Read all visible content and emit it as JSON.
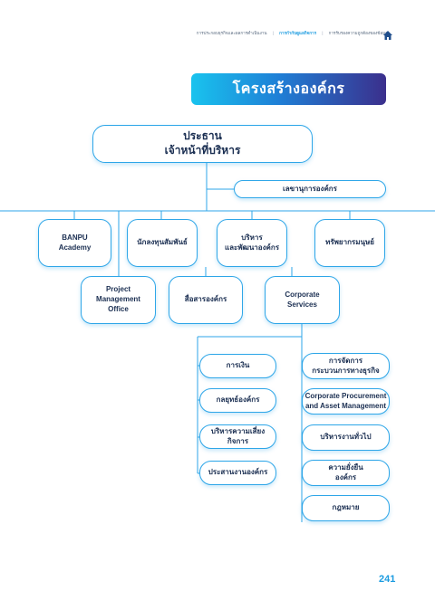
{
  "header": {
    "breadcrumbs": [
      {
        "label": "การประกอบธุรกิจและผลการดำเนินงาน",
        "active": false
      },
      {
        "label": "การกำกับดูแลกิจการ",
        "active": true
      },
      {
        "label": "การรับรองความถูกต้องของข้อมูล",
        "active": false
      }
    ],
    "home_icon": "home-icon"
  },
  "title": "โครงสร้างองค์กร",
  "org": {
    "ceo": "ประธาน\nเจ้าหน้าที่บริหาร",
    "secretary": "เลขานุการองค์กร",
    "top_units": [
      "BANPU\nAcademy",
      "นักลงทุนสัมพันธ์",
      "บริหาร\nและพัฒนาองค์กร",
      "ทรัพยากรมนุษย์"
    ],
    "second_units": [
      "Project\nManagement\nOffice",
      "สื่อสารองค์กร",
      "Corporate\nServices"
    ],
    "left_sub": [
      "การเงิน",
      "กลยุทธ์องค์กร",
      "บริหารความเสี่ยงกิจการ",
      "ประสานงานองค์กร"
    ],
    "right_sub": [
      "การจัดการ\nกระบวนการทางธุรกิจ",
      "Corporate Procurement\nand Asset Management",
      "บริหารงานทั่วไป",
      "ความยั่งยืน\nองค์กร",
      "กฎหมาย"
    ]
  },
  "page_number": "241",
  "colors": {
    "accent": "#2ea6e8",
    "text": "#1b2f52",
    "title_start": "#19c3ee",
    "title_end": "#3b2f8c"
  }
}
